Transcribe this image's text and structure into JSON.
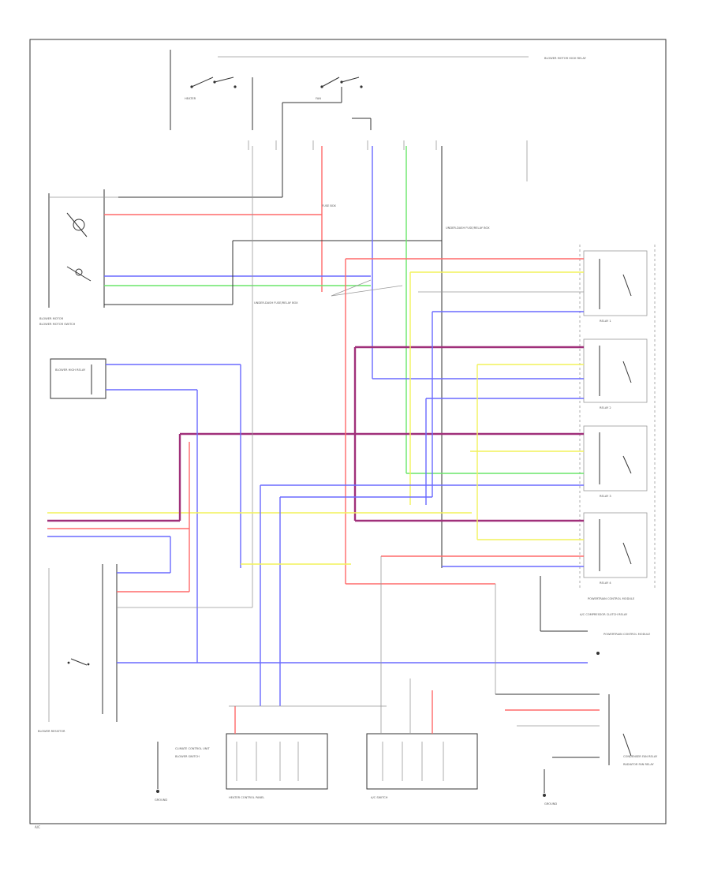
{
  "diagram": {
    "footer_code": "A/C",
    "colors": {
      "red": "#ff6a6a",
      "blue": "#6a6aff",
      "green": "#6ae66a",
      "yellow": "#f2f25a",
      "purple": "#a0307a",
      "black": "#222222",
      "gray": "#999999"
    },
    "components": {
      "header_label": "BLOWER MOTOR",
      "switch_top_left": "HEATER",
      "switch_top_mid": "FAN",
      "blower_motor_switch": "BLOWER MOTOR SWITCH",
      "left_module": "BLOWER HIGH RELAY",
      "blower_resistor": "BLOWER RESISTOR",
      "junction_left": "FUSE BOX",
      "junction_mid": "UNDER-DASH FUSE/RELAY BOX",
      "junction_center": "UNDER-DASH FUSE/RELAY BOX",
      "relay_1": "RELAY 1",
      "relay_2": "RELAY 2",
      "relay_3": "RELAY 3",
      "relay_4": "RELAY 4",
      "relay_4_sub": "POWERTRAIN CONTROL MODULE",
      "pcm_bottom": "A/C COMPRESSOR CLUTCH RELAY",
      "bottom_left_1": "CLIMATE CONTROL UNIT",
      "bottom_left_2": "BLOWER SWITCH",
      "bottom_left_3": "GROUND",
      "bottom_center_1": "HEATER CONTROL PANEL",
      "bottom_center_2": "A/C SWITCH",
      "bottom_right_1": "CONDENSER FAN RELAY",
      "bottom_right_2": "RADIATOR FAN RELAY",
      "bottom_right_3": "GROUND",
      "right_top_note": "BLOWER MOTOR HIGH RELAY",
      "right_side_note": "POWERTRAIN CONTROL MODULE"
    }
  }
}
